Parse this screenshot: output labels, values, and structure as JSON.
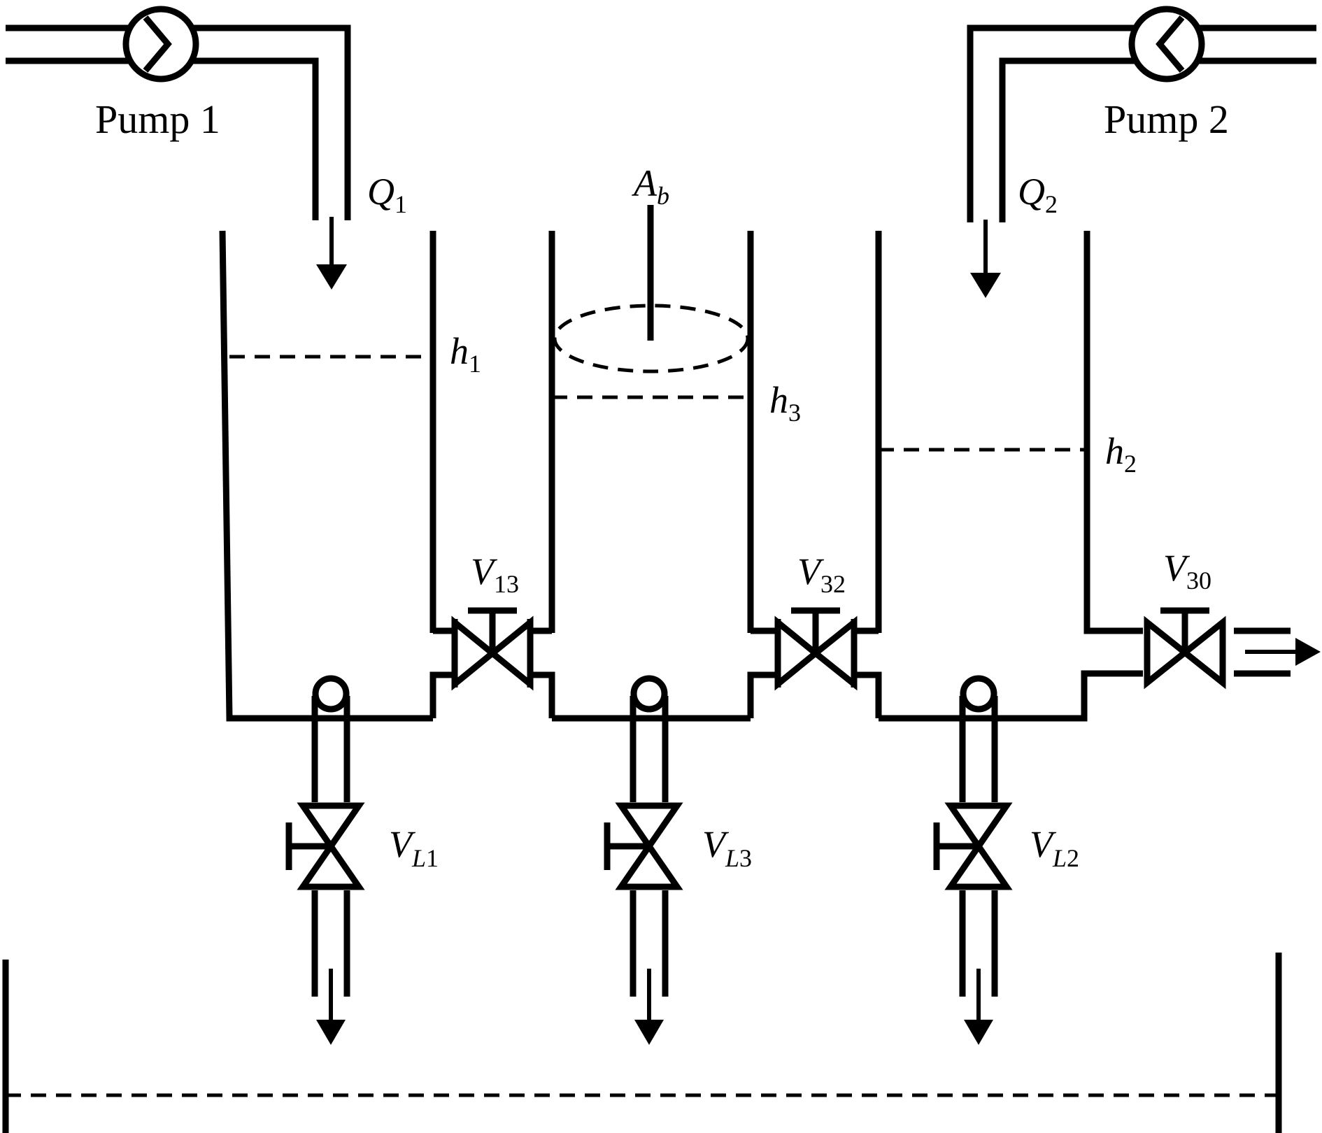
{
  "pumps": [
    {
      "label": "Pump 1"
    },
    {
      "label": "Pump 2"
    }
  ],
  "flows": [
    {
      "symbol": "Q",
      "subscript": "1"
    },
    {
      "symbol": "Q",
      "subscript": "2"
    }
  ],
  "area": {
    "symbol": "A",
    "subscript": "b"
  },
  "levels": [
    {
      "symbol": "h",
      "subscript": "1"
    },
    {
      "symbol": "h",
      "subscript": "3"
    },
    {
      "symbol": "h",
      "subscript": "2"
    }
  ],
  "valves_between": [
    {
      "symbol": "V",
      "subscript": "13"
    },
    {
      "symbol": "V",
      "subscript": "32"
    },
    {
      "symbol": "V",
      "subscript": "30"
    }
  ],
  "leak_valves": [
    {
      "symbol": "V",
      "subscript_italic": "L",
      "subscript": "1"
    },
    {
      "symbol": "V",
      "subscript_italic": "L",
      "subscript": "3"
    },
    {
      "symbol": "V",
      "subscript_italic": "L",
      "subscript": "2"
    }
  ]
}
